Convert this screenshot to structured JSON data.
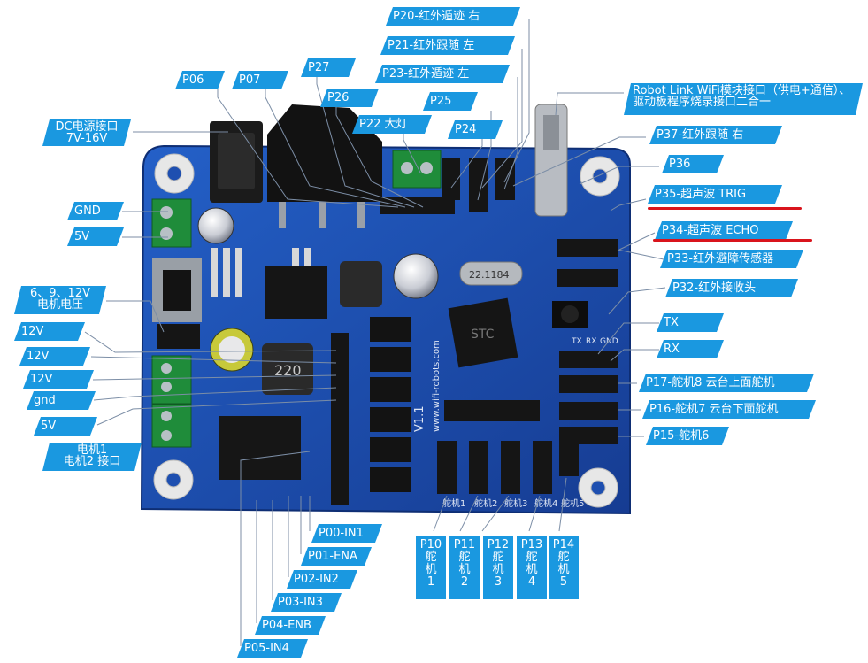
{
  "labels": {
    "p20": "P20-红外遁迹 右",
    "p21": "P21-红外跟随 左",
    "p23": "P23-红外遁迹 左",
    "p25": "P25",
    "p24": "P24",
    "p06": "P06",
    "p07": "P07",
    "p27": "P27",
    "p26": "P26",
    "p22": "P22 大灯",
    "dc": "DC电源接口\n7V-16V",
    "wifi": "Robot Link WiFi模块接口（供电+通信）、驱动板程序烧录接口二合一",
    "p37": "P37-红外跟随 右",
    "p36": "P36",
    "p35": "P35-超声波 TRIG",
    "p34": "P34-超声波 ECHO",
    "p33": "P33-红外避障传感器",
    "p32": "P32-红外接收头",
    "tx": "TX",
    "rx": "RX",
    "p17": "P17-舵机8 云台上面舵机",
    "p16": "P16-舵机7 云台下面舵机",
    "p15": "P15-舵机6",
    "gnd_top": "GND",
    "v5_top": "5V",
    "motor_voltage": "6、9、12V\n电机电压",
    "v12a": "12V",
    "v12b": "12V",
    "v12c": "12V",
    "gnd_bottom": "gnd",
    "v5_bottom": "5V",
    "motor_port": "电机1\n电机2 接口",
    "p00": "P00-IN1",
    "p01": "P01-ENA",
    "p02": "P02-IN2",
    "p03": "P03-IN3",
    "p04": "P04-ENB",
    "p05": "P05-IN4",
    "p10": "P10\n舵\n机\n1",
    "p11": "P11\n舵\n机\n2",
    "p12": "P12\n舵\n机\n3",
    "p13": "P13\n舵\n机\n4",
    "p14": "P14\n舵\n机\n5"
  },
  "board": {
    "version": "V1.1",
    "url": "www.wifi-robots.com",
    "mcu": "STC",
    "crystal": "22.1184",
    "servo_silk": [
      "舵机1",
      "舵机2",
      "舵机3",
      "舵机4",
      "舵机5"
    ],
    "header_silk": [
      "TX",
      "RX",
      "GND"
    ],
    "inductor_mark": "220"
  },
  "colors": {
    "label_bg": "#1a98e0",
    "board": "#1e4fb0",
    "highlight": "#d9141c"
  }
}
